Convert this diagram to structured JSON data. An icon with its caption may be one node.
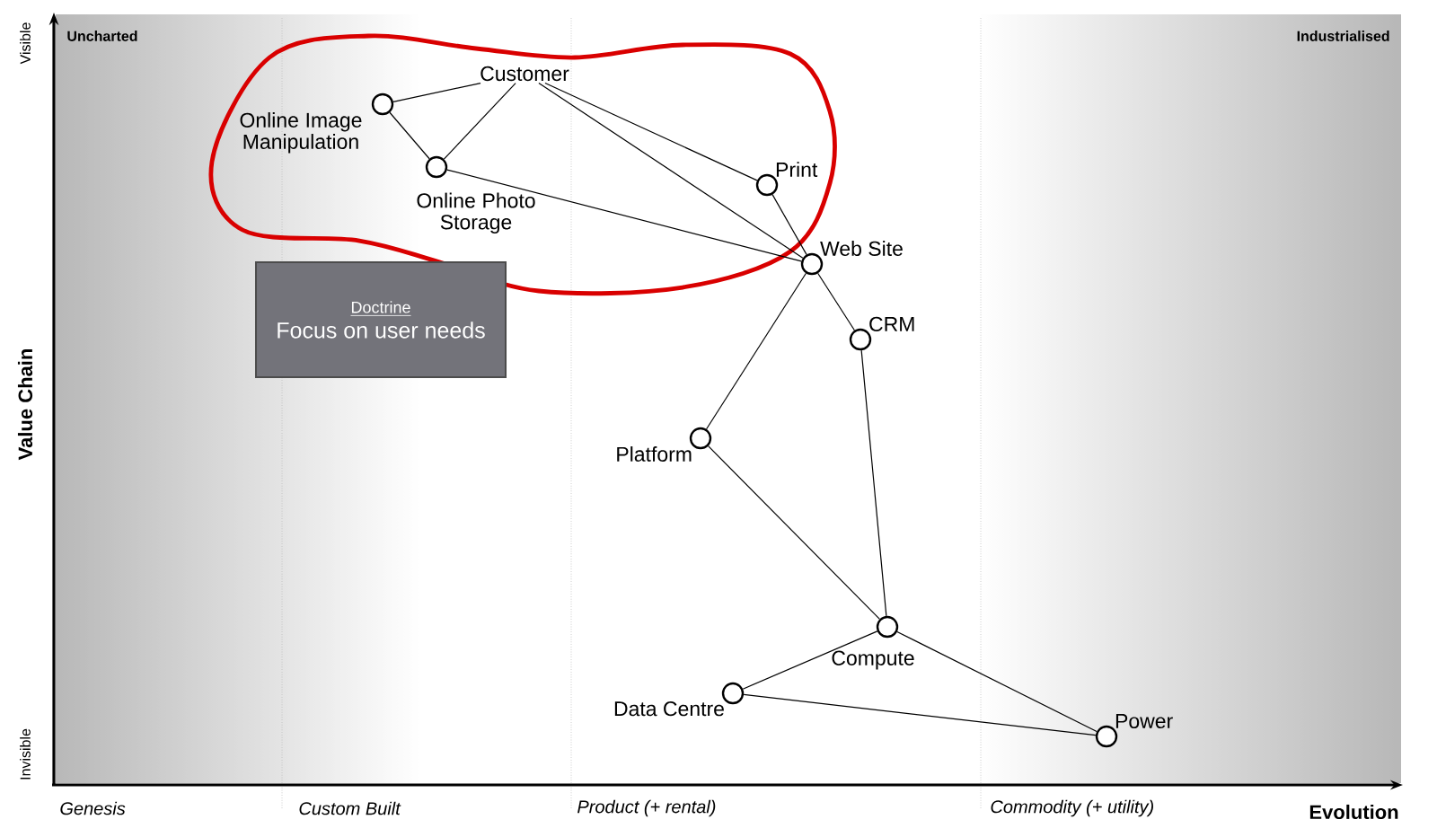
{
  "diagram": {
    "nodes": [
      {
        "text": [
          "Customer"
        ]
      },
      {
        "text": [
          "Online Image Manipulation"
        ]
      },
      {
        "text": [
          "Online Photo Storage"
        ]
      },
      {
        "text": [
          "Print"
        ]
      },
      {
        "text": [
          "Web Site"
        ]
      },
      {
        "text": [
          "CRM"
        ]
      },
      {
        "text": [
          "Platform"
        ]
      },
      {
        "text": [
          "Compute"
        ]
      },
      {
        "text": [
          "Data Centre"
        ]
      },
      {
        "text": [
          "Power"
        ]
      },
      {
        "text": [
          "Doctrine",
          "Focus on user needs"
        ]
      }
    ],
    "edges": [
      {
        "from": 0,
        "to": 1,
        "arrow": "none"
      },
      {
        "from": 0,
        "to": 2,
        "arrow": "none"
      },
      {
        "from": 0,
        "to": 3,
        "arrow": "none"
      },
      {
        "from": 0,
        "to": 4,
        "arrow": "none"
      },
      {
        "from": 1,
        "to": 2,
        "arrow": "none"
      },
      {
        "from": 2,
        "to": 4,
        "arrow": "none"
      },
      {
        "from": 3,
        "to": 4,
        "arrow": "none"
      },
      {
        "from": 4,
        "to": 5,
        "arrow": "none"
      },
      {
        "from": 4,
        "to": 6,
        "arrow": "none"
      },
      {
        "from": 5,
        "to": 7,
        "arrow": "none"
      },
      {
        "from": 6,
        "to": 7,
        "arrow": "none"
      },
      {
        "from": 7,
        "to": 8,
        "arrow": "none"
      },
      {
        "from": 7,
        "to": 9,
        "arrow": "none"
      },
      {
        "from": 8,
        "to": 9,
        "arrow": "none"
      }
    ],
    "labels": [
      "Uncharted",
      "Industrialised",
      "Visible",
      "Value Chain",
      "Invisible",
      "Genesis",
      "Custom Built",
      "Product (+ rental)",
      "Commodity (+ utility)",
      "Evolution"
    ]
  }
}
